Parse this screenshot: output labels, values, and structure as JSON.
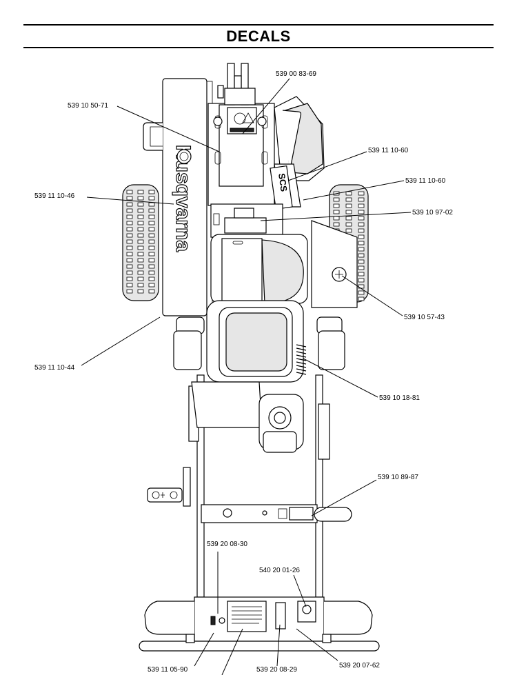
{
  "header": {
    "title": "DECALS"
  },
  "brand_logo_text": "Husqvarna",
  "callouts": [
    {
      "part": "539 00 83-69"
    },
    {
      "part": "539 10 50-71"
    },
    {
      "part": "539 11 10-60"
    },
    {
      "part": "539 11 10-46"
    },
    {
      "part": "539 11 10-60"
    },
    {
      "part": "539 10 97-02"
    },
    {
      "part": "539 10 57-43"
    },
    {
      "part": "539 11 10-44"
    },
    {
      "part": "539 10 18-81"
    },
    {
      "part": "539 10 89-87"
    },
    {
      "part": "539 20 08-30"
    },
    {
      "part": "540 20 01-26"
    },
    {
      "part": "539 11 05-90"
    },
    {
      "part": "539 20 08-29"
    },
    {
      "part": "539 20 07-62"
    }
  ]
}
